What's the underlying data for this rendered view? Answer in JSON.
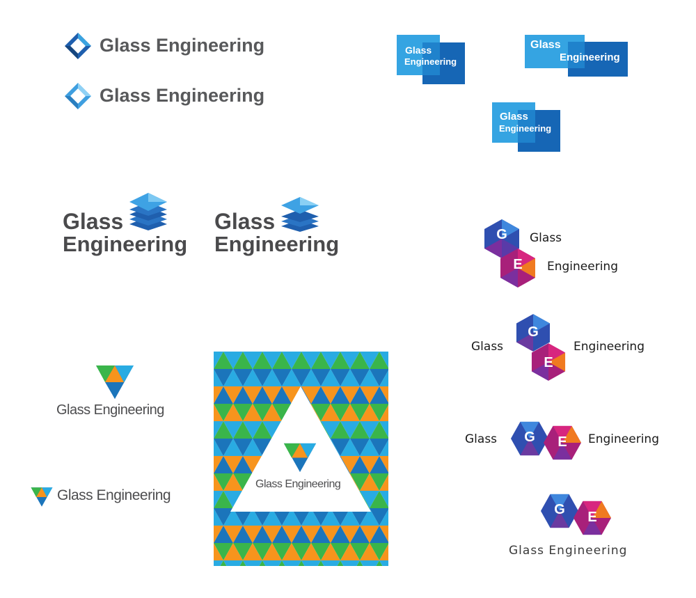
{
  "diamond_logo_dark": {
    "text": "Glass Engineering",
    "colors": [
      "#1f5fae",
      "#3aa3e0"
    ]
  },
  "diamond_logo_light": {
    "text": "Glass Engineering",
    "colors": [
      "#3f9fe0",
      "#8fd1f5"
    ]
  },
  "square_logos": [
    {
      "line1": "Glass",
      "line2": "Engineering"
    },
    {
      "line1": "Glass",
      "line2": "Engineering"
    },
    {
      "line1": "Glass",
      "line2": "Engineering"
    }
  ],
  "stack_logos": [
    {
      "line1": "Glass",
      "line2": "Engineering",
      "icon": "stacked-layers-icon"
    },
    {
      "line1": "Glass",
      "line2": "Engineering",
      "icon": "stacked-layers-icon"
    }
  ],
  "hex_logos": [
    {
      "letter1": "G",
      "letter2": "E",
      "word1": "Glass",
      "word2": "Engineering"
    },
    {
      "letter1": "G",
      "letter2": "E",
      "word1": "Glass",
      "word2": "Engineering"
    },
    {
      "letter1": "G",
      "letter2": "E",
      "word1": "Glass",
      "word2": "Engineering"
    },
    {
      "letter1": "G",
      "letter2": "E",
      "word1": "Glass Engineering"
    }
  ],
  "triangle_logo_stacked": {
    "text": "Glass Engineering",
    "icon": "triangle-icon"
  },
  "triangle_logo_inline": {
    "text": "Glass Engineering",
    "icon": "triangle-icon"
  },
  "pattern_card": {
    "text": "Glass Engineering",
    "colors": [
      "#f7941d",
      "#3ab54a",
      "#29abe2",
      "#1b75bb"
    ]
  }
}
